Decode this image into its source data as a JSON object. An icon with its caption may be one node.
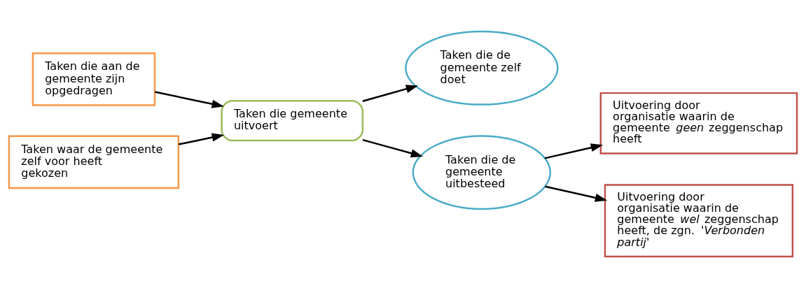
{
  "diagram": {
    "nodes": [
      {
        "text": [
          "Taken die aan de gemeente zijn opgedragen"
        ]
      },
      {
        "text": [
          "Taken waar de gemeente zelf voor heeft gekozen"
        ]
      },
      {
        "text": [
          "Taken die gemeente uitvoert"
        ]
      },
      {
        "text": [
          "Taken die de gemeente zelf doet"
        ]
      },
      {
        "text": [
          "Taken die de gemeente uitbesteed"
        ]
      },
      {
        "text": [
          "Uitvoering door organisatie waarin de gemeente *geen* zeggenschap heeft"
        ]
      },
      {
        "text": [
          "Uitvoering door organisatie waarin de gemeente *wel* zeggenschap heeft, de zgn. *'Verbonden partij'*"
        ]
      }
    ],
    "edges": [
      {
        "from": 0,
        "to": 2,
        "arrow": "to"
      },
      {
        "from": 1,
        "to": 2,
        "arrow": "to"
      },
      {
        "from": 2,
        "to": 3,
        "arrow": "to"
      },
      {
        "from": 2,
        "to": 4,
        "arrow": "to"
      },
      {
        "from": 4,
        "to": 5,
        "arrow": "to"
      },
      {
        "from": 4,
        "to": 6,
        "arrow": "to"
      }
    ]
  }
}
